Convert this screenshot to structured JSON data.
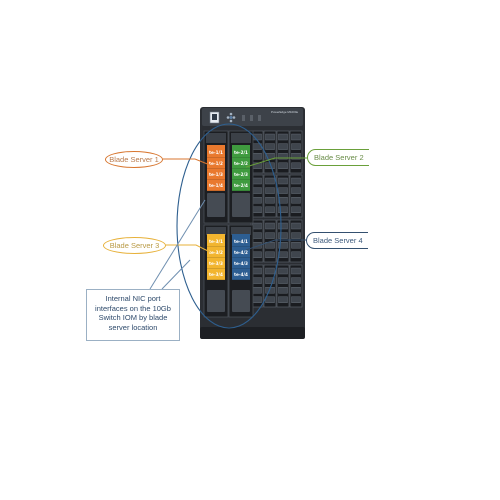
{
  "colors": {
    "chassis": "#2b2e33",
    "orange_ports": "#e9792e",
    "green_ports": "#3f9b3f",
    "yellow_ports": "#f2b52f",
    "blue_ports": "#2d5e92",
    "callout_orange": "#d8762f",
    "callout_green": "#6aa03a",
    "callout_yellow": "#e7b13a",
    "callout_blue": "#34506f"
  },
  "chassis": {
    "brand": "PowerEdge M1000e"
  },
  "callouts": {
    "server1": "Blade Server 1",
    "server2": "Blade Server 2",
    "server3": "Blade Server 3",
    "server4": "Blade Server 4"
  },
  "ports": {
    "server1": [
      "te-1/1",
      "te-1/2",
      "te-1/3",
      "te-1/4"
    ],
    "server2": [
      "te-2/1",
      "te-2/2",
      "te-2/3",
      "te-2/4"
    ],
    "server3": [
      "te-3/1",
      "te-3/2",
      "te-3/3",
      "te-3/4"
    ],
    "server4": [
      "te-4/1",
      "te-4/2",
      "te-4/3",
      "te-4/4"
    ]
  },
  "note": {
    "text": "Internal NIC port\ninterfaces on the 10Gb\nSwitch IOM by blade\nserver location"
  }
}
